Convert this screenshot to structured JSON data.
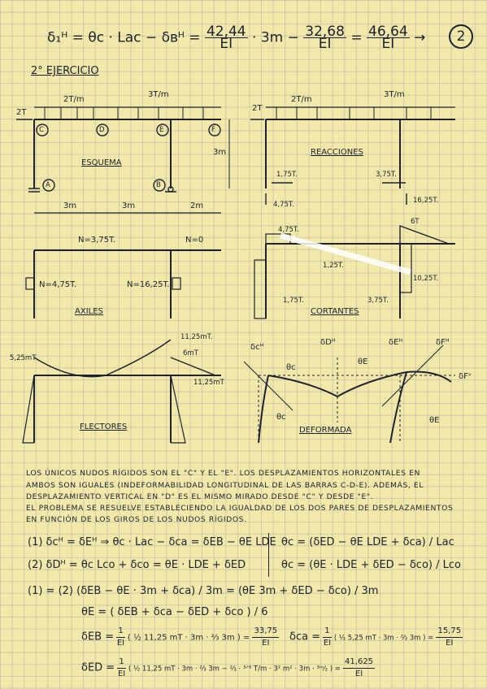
{
  "header": {
    "eq_lhs": "δ₁ᴴ = θc · Lac − δʙᴴ =",
    "eq_f1_num": "42,44",
    "eq_f1_den": "EI",
    "eq_mid": "· 3m −",
    "eq_f2_num": "32,68",
    "eq_f2_den": "EI",
    "eq_eq": "=",
    "eq_f3_num": "46,64",
    "eq_f3_den": "EI",
    "page_number": "2"
  },
  "section_title": "2° EJERCICIO",
  "diagrams": {
    "esquema": {
      "title": "ESQUEMA",
      "load_left": "2T",
      "load_1": "2T/m",
      "load_2": "3T/m",
      "nodes": [
        "C",
        "D",
        "E",
        "F",
        "A",
        "B"
      ],
      "height": "3m",
      "spans": [
        "3m",
        "3m",
        "2m"
      ]
    },
    "reacciones": {
      "title": "REACCIONES",
      "load_left": "2T",
      "load_1": "2T/m",
      "load_2": "3T/m",
      "r_a_h": "1,75T.",
      "r_a_v": "4,75T.",
      "r_b_h": "3,75T.",
      "r_b_v": "16,25T."
    },
    "axiles": {
      "title": "AXILES",
      "n_beam1": "N=3,75T.",
      "n_beam2": "N=0",
      "n_col_a": "N=4,75T.",
      "n_col_b": "N=16,25T."
    },
    "cortantes": {
      "title": "CORTANTES",
      "v1": "4,75T.",
      "v2": "6T",
      "v3": "1,25T.",
      "v4": "10,25T.",
      "v5": "1,75T.",
      "v6": "3,75T."
    },
    "flectores": {
      "title": "FLECTORES",
      "m1": "5,25mT",
      "m2": "11,25mT.",
      "m3": "6mT",
      "m4": "11,25mT"
    },
    "deformada": {
      "title": "DEFORMADA",
      "labels": [
        "δcᴴ",
        "δDᴴ",
        "δEᴴ",
        "δFᴴ",
        "θc",
        "θE",
        "θc",
        "θE",
        "δFᵛ"
      ]
    }
  },
  "paragraph": [
    "LOS ÚNICOS NUDOS RÍGIDOS SON EL \"C\" Y EL \"E\". LOS DESPLAZAMIENTOS HORIZONTALES EN",
    "AMBOS SON IGUALES (INDEFORMABILIDAD LONGITUDINAL DE LAS BARRAS C-D-E). ADEMÁS, EL",
    "DESPLAZAMIENTO VERTICAL EN \"D\" ES EL MISMO MIRADO DESDE \"C\" Y DESDE \"E\".",
    "EL PROBLEMA SE RESUELVE ESTABLECIENDO LA IGUALDAD DE LOS DOS PARES DE DESPLAZAMIENTOS",
    "EN FUNCIÓN DE LOS GIROS DE LOS NUDOS RÍGIDOS."
  ],
  "equations": {
    "e1": "(1)  δcᴴ = δEᴴ ⇒ θc · Lac − δca = δEB − θE LDE",
    "e1r": "θc = (δED − θE LDE + δca) / Lac",
    "e2": "(2)  δDᴴ = θc Lco + δco = θE · LDE + δED",
    "e2r": "θc = (θE · LDE + δED − δco) / Lco",
    "e3": "(1) = (2)   (δEB − θE · 3m + δca) / 3m = (θE 3m + δED − δco) / 3m",
    "e4": "θE = ( δEB + δca − δED + δco ) / 6",
    "e5_lhs": "δEB =",
    "e5_mid": "( ½ 11,25 mT · 3m · ⅔ 3m ) =",
    "e5_res_num": "33,75",
    "e5_res_den": "EI",
    "e6_lhs": "δca =",
    "e6_mid": "( ½ 5,25 mT · 3m · ⅔ 3m ) =",
    "e6_res_num": "15,75",
    "e6_res_den": "EI",
    "e7_lhs": "δED =",
    "e7_mid": "( ½ 11,25 mT · 3m · ⅔ 3m − ⅔ · ³ᐟ⁸ T/m · 3² m² · 3m · ³ᵐ⁄₂ ) =",
    "e7_res_num": "41,625",
    "e7_res_den": "EI",
    "one": "1",
    "ei": "EI"
  }
}
